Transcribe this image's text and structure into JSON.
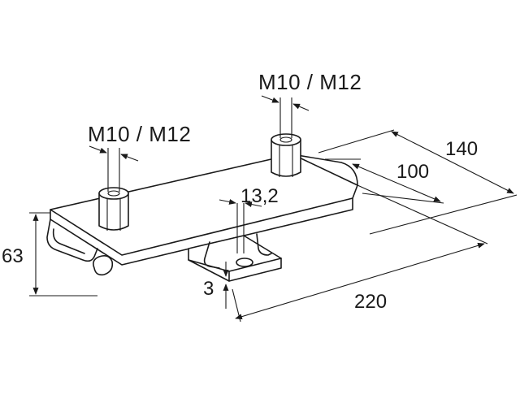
{
  "drawing": {
    "dimensions": {
      "thread_size_right": "M10 / M12",
      "thread_size_left": "M10 / M12",
      "width_outer": "140",
      "width_inner": "100",
      "hole_diameter": "13,2",
      "height": "63",
      "thickness": "3",
      "length": "220"
    }
  }
}
